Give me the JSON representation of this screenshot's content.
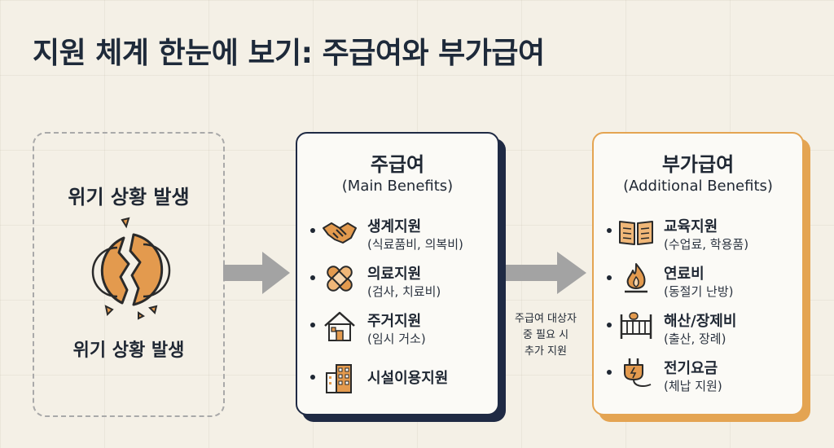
{
  "title": "지원 체계 한눈에 보기: 주급여와 부가급여",
  "crisis": {
    "heading": "위기 상황 발생",
    "caption": "위기 상황 발생",
    "icon": "broken-coin-icon"
  },
  "connector_note": [
    "주급여 대상자",
    "중 필요 시",
    "추가 지원"
  ],
  "main_benefits": {
    "title": "주급여",
    "subtitle": "(Main Benefits)",
    "items": [
      {
        "label": "생계지원",
        "detail": "(식료품비, 의복비)",
        "icon": "handshake-icon"
      },
      {
        "label": "의료지원",
        "detail": "(검사, 치료비)",
        "icon": "bandage-icon"
      },
      {
        "label": "주거지원",
        "detail": "(임시 거소)",
        "icon": "house-icon"
      },
      {
        "label": "시설이용지원",
        "detail": "",
        "icon": "building-icon"
      }
    ]
  },
  "additional_benefits": {
    "title": "부가급여",
    "subtitle": "(Additional Benefits)",
    "items": [
      {
        "label": "교육지원",
        "detail": "(수업료, 학용품)",
        "icon": "book-icon"
      },
      {
        "label": "연료비",
        "detail": "(동절기 난방)",
        "icon": "flame-icon"
      },
      {
        "label": "해산/장제비",
        "detail": "(출산, 장례)",
        "icon": "crib-icon"
      },
      {
        "label": "전기요금",
        "detail": "(체납 지원)",
        "icon": "plug-icon"
      }
    ]
  },
  "colors": {
    "navy": "#1f2a44",
    "orange": "#e4a452",
    "accent": "#d98a3c",
    "arrow": "#a3a3a3"
  }
}
